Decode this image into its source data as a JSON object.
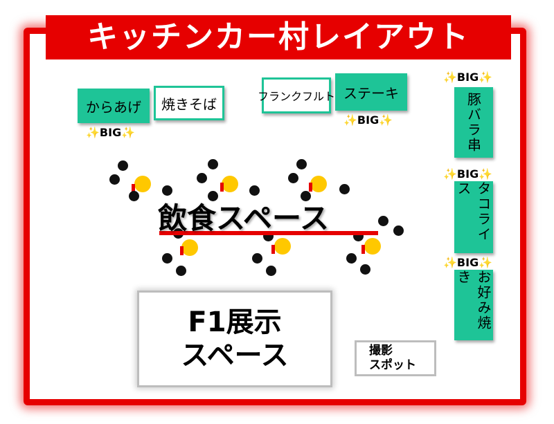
{
  "title": "キッチンカー村レイアウト",
  "big_label": "BIG",
  "sparkle": "✨",
  "stalls": {
    "karaage": "からあげ",
    "yakisoba": "焼きそば",
    "frankfurt": "フランクフルト",
    "steak": "ステーキ",
    "butabara": "豚バラ串",
    "tacorice": "タコライス",
    "okonomiyaki": "お好み焼き"
  },
  "dining_space": "飲食スペース",
  "f1_display": {
    "line1": "F1展示",
    "line2": "スペース"
  },
  "photo_spot": {
    "line1": "撮影",
    "line2": "スポット"
  },
  "colors": {
    "accent_red": "#e60000",
    "stall_green": "#1ec497",
    "table_yellow": "#ffc800"
  }
}
